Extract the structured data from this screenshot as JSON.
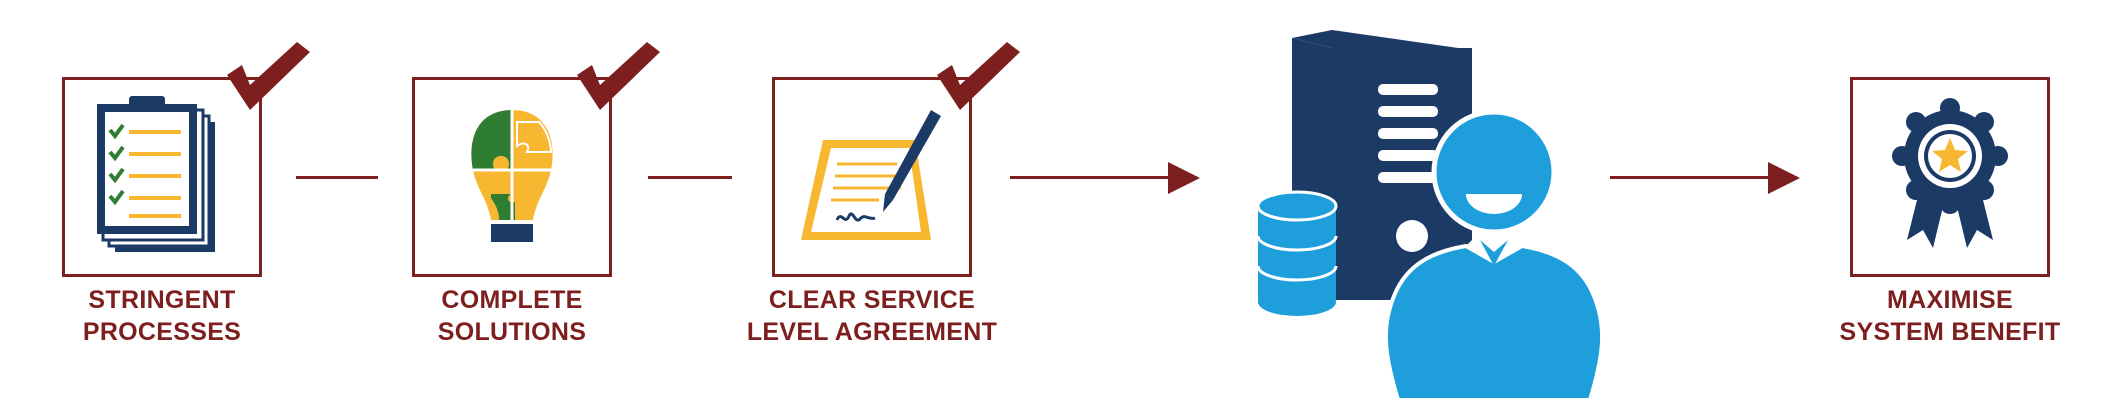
{
  "steps": [
    {
      "line1": "STRINGENT",
      "line2": "PROCESSES",
      "icon": "clipboard-checklist-icon",
      "checked": true
    },
    {
      "line1": "COMPLETE",
      "line2": "SOLUTIONS",
      "icon": "puzzle-lightbulb-icon",
      "checked": true
    },
    {
      "line1": "CLEAR SERVICE",
      "line2": "LEVEL AGREEMENT",
      "icon": "signed-contract-icon",
      "checked": true
    },
    {
      "line1": "MAXIMISE",
      "line2": "SYSTEM BENEFIT",
      "icon": "award-badge-icon",
      "checked": false
    }
  ],
  "center": {
    "icon": "server-database-user-icon"
  },
  "colors": {
    "maroon": "#7d1f1e",
    "navy": "#1b3a66",
    "sky": "#1e9fdc",
    "gold": "#f7b731",
    "green": "#2e7d32"
  }
}
